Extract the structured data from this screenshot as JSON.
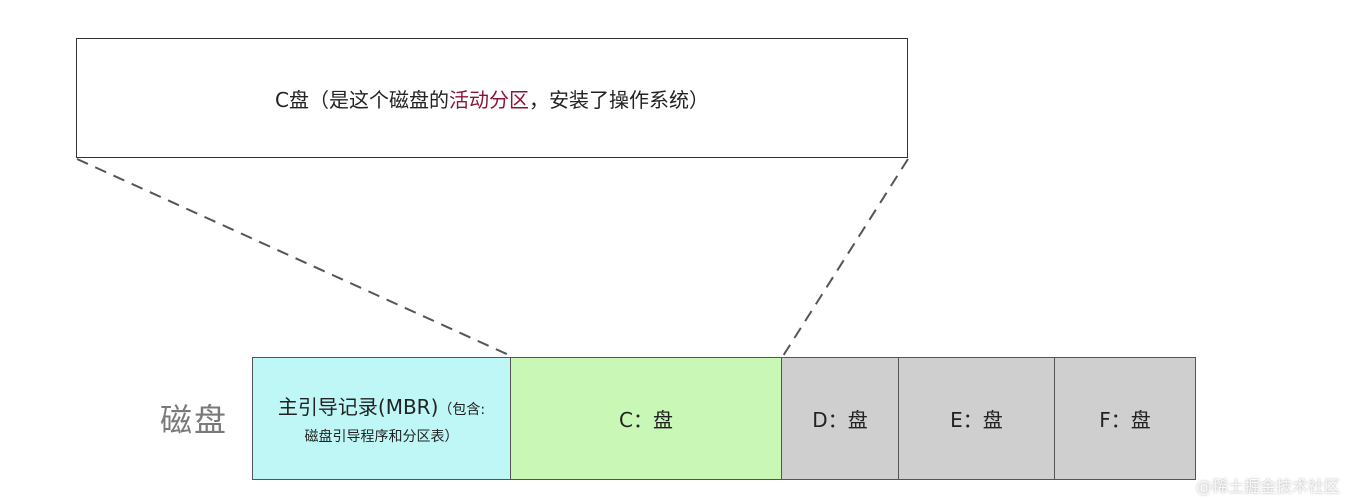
{
  "callout": {
    "text_before": "C盘（是这个磁盘的",
    "text_accent": "活动分区",
    "text_after": "，安装了操作系统）",
    "accent_color": "#8b1538"
  },
  "disk_label": "磁盘",
  "partitions": {
    "mbr": {
      "title": "主引导记录(MBR)",
      "note_open": "（包含:",
      "note_line2": "磁盘引导程序和分区表）",
      "color": "#bff7f7"
    },
    "c": {
      "label": "C：盘",
      "color": "#c8f7b6"
    },
    "d": {
      "label": "D：盘",
      "color": "#cfcfcf"
    },
    "e": {
      "label": "E：盘",
      "color": "#cfcfcf"
    },
    "f": {
      "label": "F：盘",
      "color": "#cfcfcf"
    }
  },
  "watermark": "@稀土掘金技术社区"
}
